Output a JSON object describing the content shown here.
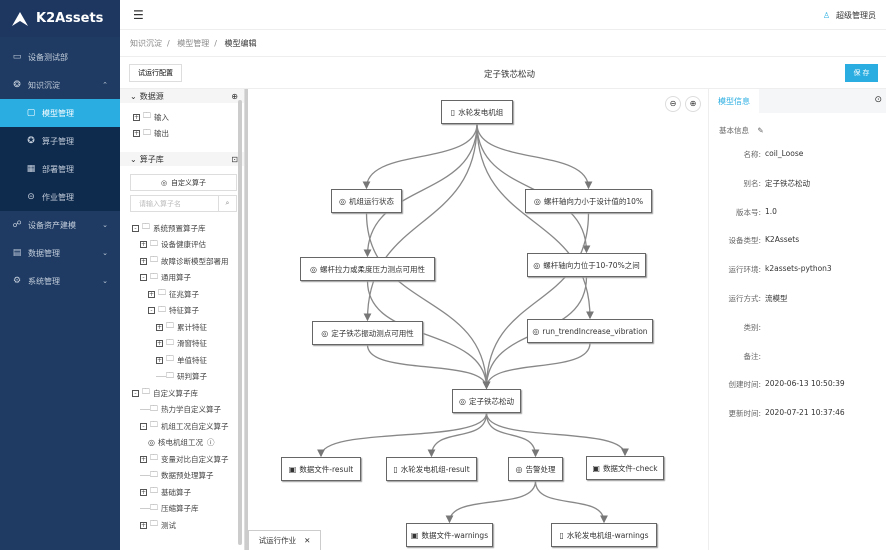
{
  "app": {
    "logo": "K2Assets",
    "user": "超级管理员"
  },
  "sidebar": {
    "items": [
      {
        "label": "设备测试部",
        "icon": "monitor-icon"
      },
      {
        "label": "知识沉淀",
        "icon": "knowledge-icon",
        "expanded": true,
        "children": [
          {
            "label": "模型管理",
            "icon": "model-icon",
            "active": true
          },
          {
            "label": "算子管理",
            "icon": "operator-icon"
          },
          {
            "label": "部署管理",
            "icon": "deploy-icon"
          },
          {
            "label": "作业管理",
            "icon": "job-icon"
          }
        ]
      },
      {
        "label": "设备资产建模",
        "icon": "asset-icon"
      },
      {
        "label": "数据管理",
        "icon": "data-icon"
      },
      {
        "label": "系统管理",
        "icon": "settings-icon"
      }
    ]
  },
  "breadcrumb": [
    "知识沉淀",
    "模型管理",
    "模型编辑"
  ],
  "toolbar": {
    "config_label": "试运行配置",
    "title": "定子铁芯松动",
    "save_label": "保 存"
  },
  "left_panel": {
    "datasource_title": "数据源",
    "datasource_items": [
      "输入",
      "输出"
    ],
    "operator_title": "算子库",
    "custom_button": "自定义算子",
    "search_placeholder": "请输入算子名",
    "tree": [
      {
        "label": "系统预置算子库",
        "level": 0,
        "box": "-"
      },
      {
        "label": "设备健康评估",
        "level": 1,
        "box": "+"
      },
      {
        "label": "故障诊断模型部署用",
        "level": 1,
        "box": "+"
      },
      {
        "label": "通用算子",
        "level": 1,
        "box": "-"
      },
      {
        "label": "征兆算子",
        "level": 2,
        "box": "+"
      },
      {
        "label": "特征算子",
        "level": 2,
        "box": "-"
      },
      {
        "label": "累计特征",
        "level": 3,
        "box": "+"
      },
      {
        "label": "滑窗特征",
        "level": 3,
        "box": "+"
      },
      {
        "label": "单值特征",
        "level": 3,
        "box": "+"
      },
      {
        "label": "研判算子",
        "level": 3,
        "box": ""
      },
      {
        "label": "自定义算子库",
        "level": 0,
        "box": "-"
      },
      {
        "label": "热力学自定义算子",
        "level": 1,
        "box": ""
      },
      {
        "label": "机组工况自定义算子",
        "level": 1,
        "box": "-"
      },
      {
        "label": "核电机组工况",
        "level": 2,
        "box": "op"
      },
      {
        "label": "变量对比自定义算子",
        "level": 1,
        "box": "+"
      },
      {
        "label": "数据预处理算子",
        "level": 1,
        "box": ""
      },
      {
        "label": "基础算子",
        "level": 1,
        "box": "+"
      },
      {
        "label": "压缩算子库",
        "level": 1,
        "box": ""
      },
      {
        "label": "测试",
        "level": 1,
        "box": "+"
      }
    ]
  },
  "graph": {
    "nodes": [
      {
        "id": "n0",
        "label": "水轮发电机组",
        "icon": "device-icon"
      },
      {
        "id": "n1",
        "label": "机组运行状态",
        "icon": "operator-icon"
      },
      {
        "id": "n2",
        "label": "螺杆轴向力小于设计值的10%",
        "icon": "operator-icon"
      },
      {
        "id": "n3",
        "label": "螺杆拉力或柔度压力测点可用性",
        "icon": "operator-icon"
      },
      {
        "id": "n4",
        "label": "螺杆轴向力位于10-70%之间",
        "icon": "operator-icon"
      },
      {
        "id": "n5",
        "label": "定子铁芯振动测点可用性",
        "icon": "operator-icon"
      },
      {
        "id": "n6",
        "label": "run_trendIncrease_vibration",
        "icon": "operator-icon"
      },
      {
        "id": "n7",
        "label": "定子铁芯松动",
        "icon": "operator-icon"
      },
      {
        "id": "n8",
        "label": "数据文件-result",
        "icon": "file-icon"
      },
      {
        "id": "n9",
        "label": "水轮发电机组-result",
        "icon": "device-icon"
      },
      {
        "id": "n10",
        "label": "告警处理",
        "icon": "operator-icon"
      },
      {
        "id": "n11",
        "label": "数据文件-check",
        "icon": "file-icon"
      },
      {
        "id": "n12",
        "label": "数据文件-warnings",
        "icon": "file-icon"
      },
      {
        "id": "n13",
        "label": "水轮发电机组-warnings",
        "icon": "device-icon"
      }
    ],
    "edges": [
      [
        "n0",
        "n1"
      ],
      [
        "n0",
        "n2"
      ],
      [
        "n0",
        "n3"
      ],
      [
        "n0",
        "n4"
      ],
      [
        "n0",
        "n5"
      ],
      [
        "n0",
        "n6"
      ],
      [
        "n1",
        "n7"
      ],
      [
        "n2",
        "n7"
      ],
      [
        "n3",
        "n7"
      ],
      [
        "n4",
        "n7"
      ],
      [
        "n5",
        "n7"
      ],
      [
        "n6",
        "n7"
      ],
      [
        "n7",
        "n8"
      ],
      [
        "n7",
        "n9"
      ],
      [
        "n7",
        "n10"
      ],
      [
        "n7",
        "n11"
      ],
      [
        "n10",
        "n12"
      ],
      [
        "n10",
        "n13"
      ]
    ]
  },
  "run_tab": "试运行作业",
  "right_panel": {
    "tab": "模型信息",
    "basic_info": "基本信息",
    "fields": [
      {
        "k": "名称:",
        "v": "coil_Loose"
      },
      {
        "k": "别名:",
        "v": "定子铁芯松动"
      },
      {
        "k": "版本号:",
        "v": "1.0"
      },
      {
        "k": "设备类型:",
        "v": "K2Assets"
      },
      {
        "k": "运行环境:",
        "v": "k2assets-python3"
      },
      {
        "k": "运行方式:",
        "v": "流模型"
      },
      {
        "k": "类别:",
        "v": ""
      },
      {
        "k": "备注:",
        "v": ""
      },
      {
        "k": "创建时间:",
        "v": "2020-06-13 10:50:39"
      },
      {
        "k": "更新时间:",
        "v": "2020-07-21 10:37:46"
      }
    ]
  },
  "colors": {
    "sidebar": "#1f3b63",
    "submenu": "#0e2a4d",
    "accent": "#2aaee2"
  }
}
